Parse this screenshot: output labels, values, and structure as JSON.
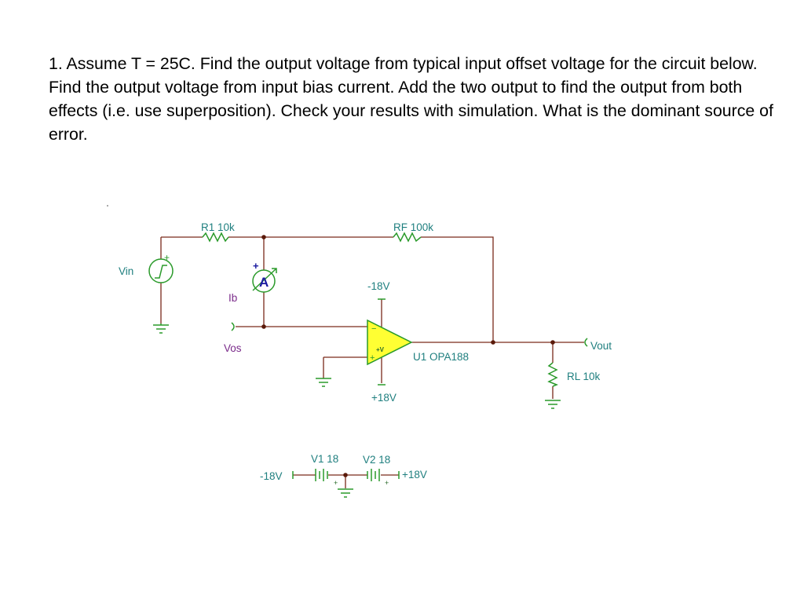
{
  "problem_text": "1.  Assume T = 25C.  Find the output voltage  from typical input offset voltage for the circuit below.  Find the output voltage from input bias current.  Add the two output to find the output from both effects (i.e. use superposition).  Check your results with simulation.  What is the dominant source of error.",
  "circuit": {
    "r1": "R1 10k",
    "rf": "RF 100k",
    "vin": "Vin",
    "ammeter_symbol": "A",
    "ib": "Ib",
    "vos": "Vos",
    "neg_supply_pin": "-18V",
    "pos_supply_pin": "+18V",
    "opamp_label": "U1 OPA188",
    "opamp_pin_v": "+V",
    "minus_sign": "−",
    "plus_sign": "+",
    "vout": "Vout",
    "rl": "RL 10k",
    "v1": "V1 18",
    "v2": "V2 18",
    "rail_neg": "-18V",
    "rail_pos": "+18V"
  },
  "colors": {
    "wire": "#7a2a1a",
    "component": "#2a9a2a",
    "label": "#1f7f7f",
    "opamp_fill": "#ffff33",
    "ammeter_text": "#1a1aa0"
  }
}
